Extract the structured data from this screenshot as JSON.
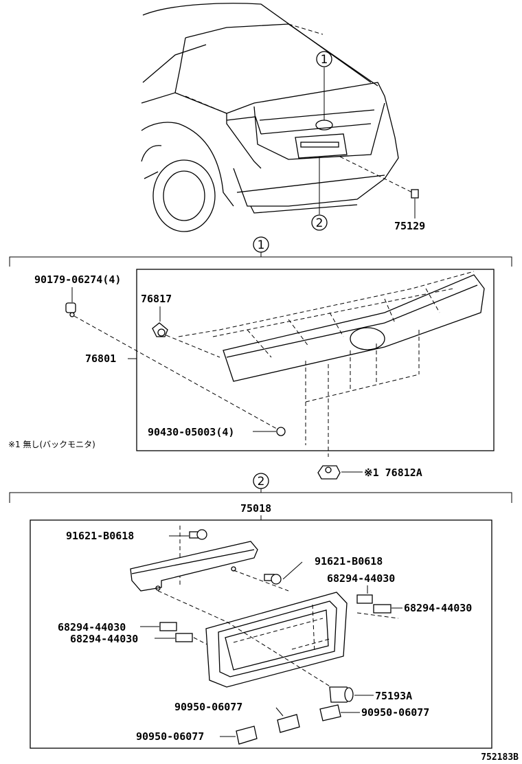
{
  "callouts": {
    "one": "1",
    "two": "2"
  },
  "overview": {
    "clip_part": "75129"
  },
  "section1": {
    "note": "※1 無し(バックモニタ)",
    "nut_part": "90179-06274(4)",
    "clip_part": "76817",
    "garnish_part": "76801",
    "nut2_part": "90430-05003(4)",
    "camera_part": "※1 76812A"
  },
  "section2": {
    "assembly_part": "75018",
    "bolt_left": "91621-B0618",
    "bolt_right": "91621-B0618",
    "cushion_right_top": "68294-44030",
    "cushion_right": "68294-44030",
    "cushion_left_top": "68294-44030",
    "cushion_left": "68294-44030",
    "lamp_part": "75193A",
    "tape_right": "90950-06077",
    "tape_center": "90950-06077",
    "tape_bottom": "90950-06077"
  },
  "footer": {
    "figure_code": "752183B"
  }
}
